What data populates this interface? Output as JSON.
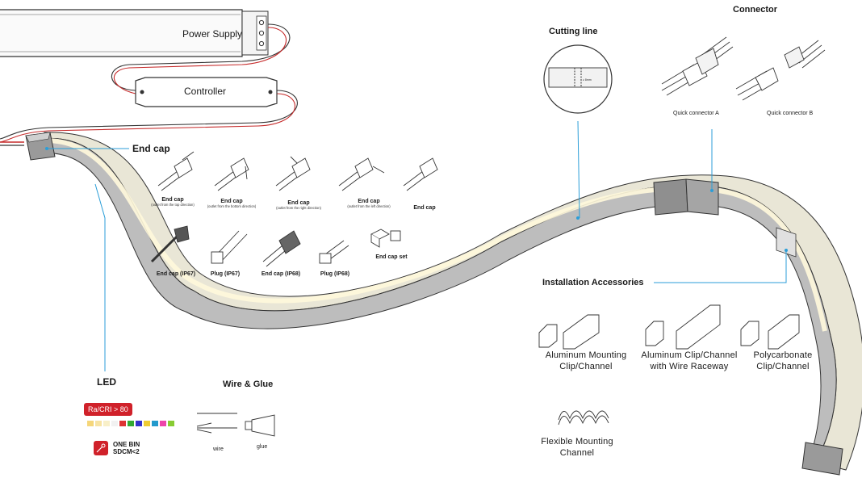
{
  "power_supply": {
    "label": "Power Supply"
  },
  "controller": {
    "label": "Controller"
  },
  "end_cap": {
    "title": "End cap",
    "variants": [
      {
        "name": "End cap",
        "note": "(outlet from the top direction)"
      },
      {
        "name": "End cap",
        "note": "(outlet from the bottom direction)"
      },
      {
        "name": "End cap",
        "note": "(outlet from the right direction)"
      },
      {
        "name": "End cap",
        "note": "(outlet from the left direction)"
      },
      {
        "name": "End cap",
        "note": ""
      }
    ],
    "plugs": [
      "End cap (IP67)",
      "Plug (IP67)",
      "End cap (IP68)",
      "Plug (IP68)",
      "End cap set"
    ]
  },
  "cutting_line": {
    "title": "Cutting line",
    "dim": "≥ 8mm"
  },
  "connector": {
    "title": "Connector",
    "a": "Quick connector A",
    "b": "Quick connector B"
  },
  "installation": {
    "title": "Installation Accessories",
    "items": [
      {
        "line1": "Aluminum Mounting",
        "line2": "Clip/Channel"
      },
      {
        "line1": "Aluminum Clip/Channel",
        "line2": "with Wire Raceway"
      },
      {
        "line1": "Polycarbonate",
        "line2": "Clip/Channel"
      },
      {
        "line1": "Flexible Mounting",
        "line2": "Channel"
      }
    ]
  },
  "led": {
    "title": "LED",
    "cri_badge": "Ra/CRI > 80",
    "one_bin_line1": "ONE BIN",
    "one_bin_line2": "SDCM<2",
    "accent_color": "#d0212a"
  },
  "wire_glue": {
    "title": "Wire & Glue",
    "wire": "wire",
    "glue": "glue"
  }
}
